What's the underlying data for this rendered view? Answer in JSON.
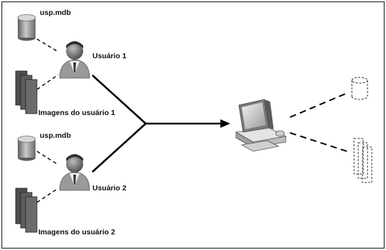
{
  "diagram": {
    "user1": {
      "db_label": "usp.mdb",
      "user_label": "Usuário 1",
      "images_label": "Imagens do usuário 1"
    },
    "user2": {
      "db_label": "usp.mdb",
      "user_label": "Usuário 2",
      "images_label": "Imagens do usuário 2"
    },
    "icons": {
      "database": "database-icon",
      "user": "user-icon",
      "documents": "documents-stack-icon",
      "computer": "desktop-computer-icon",
      "target_database": "dashed-database-icon",
      "target_documents": "dashed-documents-icon"
    },
    "colors": {
      "line": "#000000",
      "icon_gray": "#8a8a8a",
      "icon_dark": "#3c3c3c",
      "frame": "#4a4a4a"
    }
  }
}
